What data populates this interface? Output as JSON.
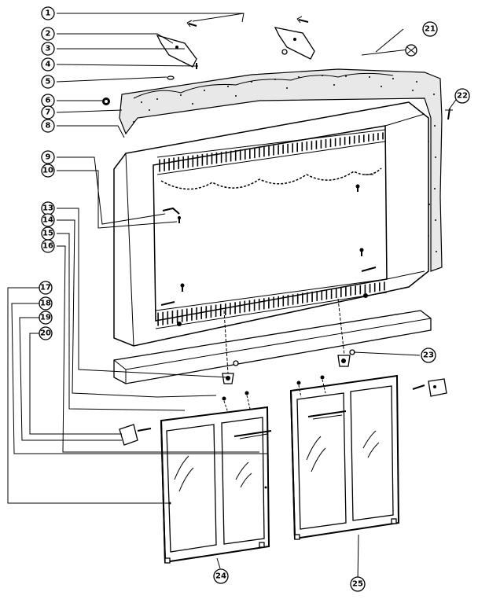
{
  "callouts": {
    "c1": "1",
    "c2": "2",
    "c3": "3",
    "c4": "4",
    "c5": "5",
    "c6": "6",
    "c7": "7",
    "c8": "8",
    "c9": "9",
    "c10": "10",
    "c13": "13",
    "c14": "14",
    "c15": "15",
    "c16": "16",
    "c17": "17",
    "c18": "18",
    "c19": "19",
    "c20": "20",
    "c21": "21",
    "c22": "22",
    "c23": "23",
    "c24": "24",
    "c25": "25"
  }
}
